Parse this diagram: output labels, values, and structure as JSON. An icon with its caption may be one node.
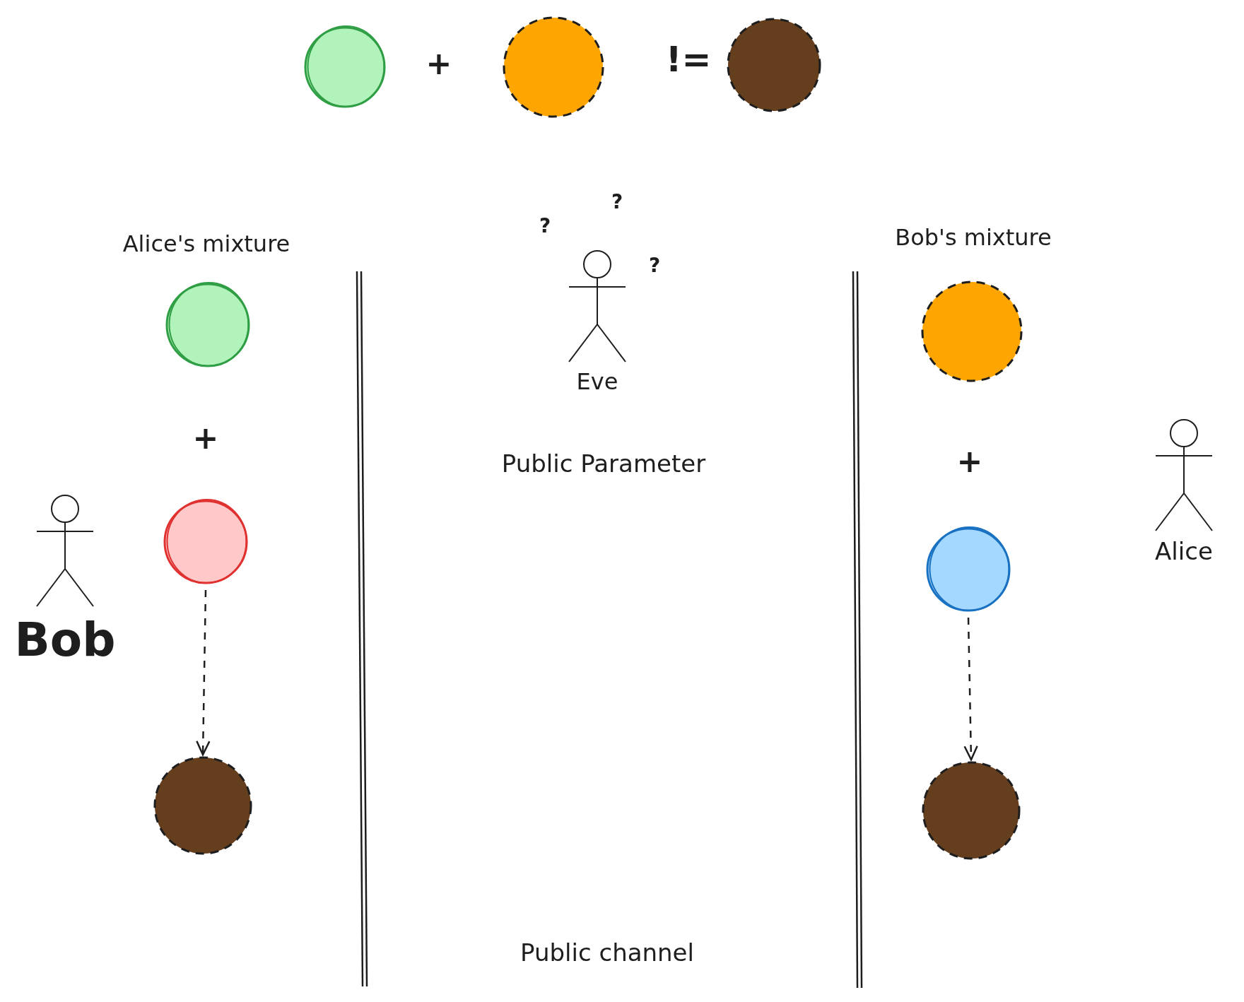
{
  "diagram": {
    "nodes": [
      {
        "text": [],
        "shape": "circle"
      },
      {
        "text": [],
        "shape": "circle"
      },
      {
        "text": [],
        "shape": "circle"
      },
      {
        "text": [
          "Eve"
        ]
      },
      {
        "text": [],
        "shape": "circle"
      },
      {
        "text": [],
        "shape": "circle"
      },
      {
        "text": [],
        "shape": "circle"
      },
      {
        "text": [
          "Bob"
        ]
      },
      {
        "text": [],
        "shape": "circle"
      },
      {
        "text": [],
        "shape": "circle"
      },
      {
        "text": [],
        "shape": "circle"
      },
      {
        "text": [
          "Alice"
        ]
      }
    ],
    "edges": [
      {
        "from": 5,
        "to": 6,
        "arrow": "to",
        "style": "dashed"
      },
      {
        "from": 9,
        "to": 10,
        "arrow": "to",
        "style": "dashed"
      }
    ],
    "labels": [
      "+",
      "!=",
      "?",
      "?",
      "?",
      "Alice's mixture",
      "Bob's mixture",
      "+",
      "+",
      "Public Parameter",
      "Public channel"
    ]
  }
}
